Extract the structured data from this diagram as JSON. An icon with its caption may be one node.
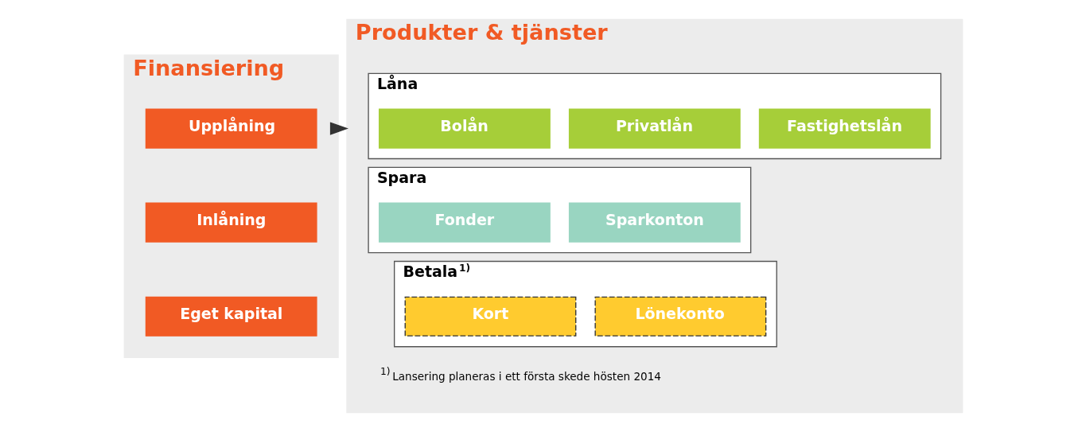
{
  "diagram": {
    "nodes": [
      {
        "text": [
          "Finansiering"
        ]
      },
      {
        "text": [
          "Upplåning"
        ],
        "in": 0
      },
      {
        "text": [
          "Inlåning"
        ],
        "in": 0
      },
      {
        "text": [
          "Eget kapital"
        ],
        "in": 0
      },
      {
        "text": [
          "Produkter & tjänster"
        ]
      },
      {
        "text": [
          "Låna"
        ],
        "in": 4
      },
      {
        "text": [
          "Bolån"
        ],
        "in": 5
      },
      {
        "text": [
          "Privatlån"
        ],
        "in": 5
      },
      {
        "text": [
          "Fastighetslån"
        ],
        "in": 5
      },
      {
        "text": [
          "Spara"
        ],
        "in": 4
      },
      {
        "text": [
          "Fonder"
        ],
        "in": 9
      },
      {
        "text": [
          "Sparkonton"
        ],
        "in": 9
      },
      {
        "text": [
          "Betala$^{1)}$"
        ],
        "in": 4
      },
      {
        "text": [
          "Kort"
        ],
        "in": 12
      },
      {
        "text": [
          "Lönekonto"
        ],
        "in": 12
      }
    ],
    "edges": [
      {
        "from": 0,
        "to": 4,
        "arrow": "to"
      }
    ],
    "labels": [
      "$^{1)}$ Lansering planeras i ett första skede hösten 2014"
    ]
  }
}
